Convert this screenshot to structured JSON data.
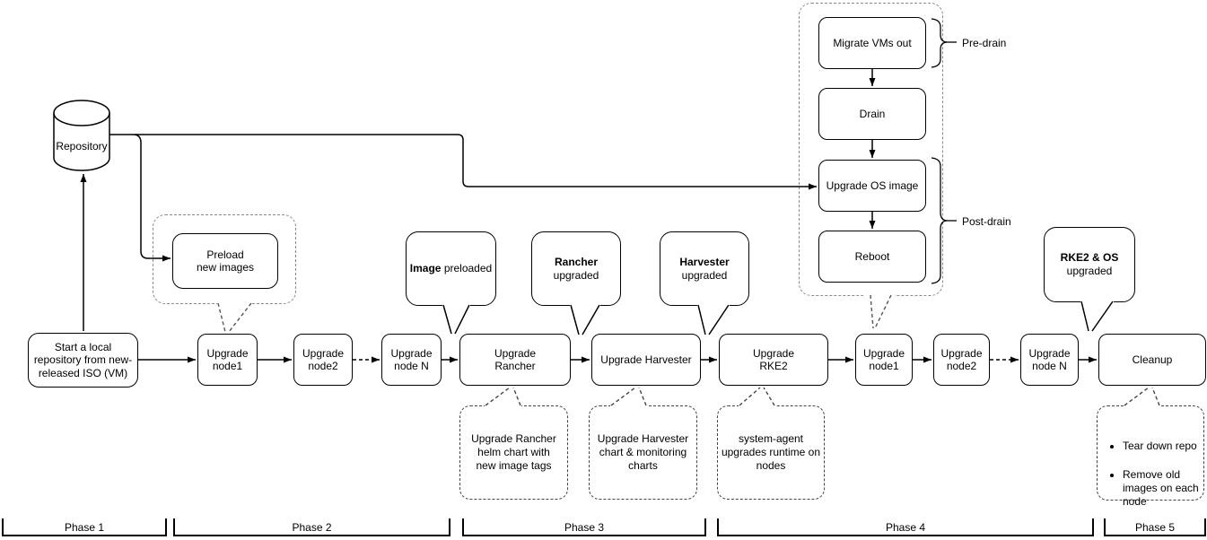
{
  "repository": {
    "label": "Repository"
  },
  "flow": {
    "start": "Start a local\nrepository from new-\nreleased ISO (VM)",
    "node1": "Upgrade\nnode1",
    "node2": "Upgrade\nnode2",
    "nodeN": "Upgrade\nnode N",
    "rancher": "Upgrade\nRancher",
    "harvester": "Upgrade Harvester",
    "rke2": "Upgrade\nRKE2",
    "node1b": "Upgrade\nnode1",
    "node2b": "Upgrade\nnode2",
    "nodeNb": "Upgrade\nnode N",
    "cleanup": "Cleanup"
  },
  "preload": {
    "label": "Preload\nnew images"
  },
  "drain_sequence": {
    "migrate": "Migrate VMs out",
    "drain": "Drain",
    "upgrade_os": "Upgrade OS image",
    "reboot": "Reboot",
    "pre_drain": "Pre-drain",
    "post_drain": "Post-drain"
  },
  "status_callouts": {
    "image": {
      "bold": "Image",
      "rest": "preloaded"
    },
    "rancher": {
      "bold": "Rancher",
      "rest": "upgraded"
    },
    "harvester": {
      "bold": "Harvester",
      "rest": "upgraded"
    },
    "rke2": {
      "bold": "RKE2 & OS",
      "rest": "upgraded"
    }
  },
  "notes": {
    "rancher_helm": "Upgrade Rancher\nhelm chart with\nnew image tags",
    "harvester_chart": "Upgrade Harvester\nchart & monitoring\ncharts",
    "system_agent": "system-agent\nupgrades runtime on\nnodes",
    "cleanup_items": [
      "Tear down repo",
      "Remove old images on each node"
    ]
  },
  "phases": {
    "p1": "Phase 1",
    "p2": "Phase 2",
    "p3": "Phase 3",
    "p4": "Phase 4",
    "p5": "Phase 5"
  },
  "colors": {
    "stroke": "#000000",
    "dashed_gray": "#8a8a8a",
    "background": "#ffffff"
  }
}
